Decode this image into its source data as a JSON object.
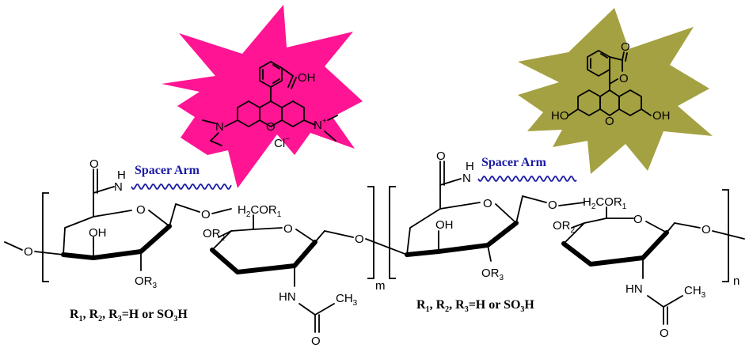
{
  "colors": {
    "rhodamine_burst": "#ff1493",
    "fluorescein_burst": "#a3a141",
    "spacer_arm": "#1a1aa6",
    "bonds": "#000000"
  },
  "spacer_label": "Spacer Arm",
  "substituent_caption": {
    "r1": "R",
    "r1_sub": "1",
    "r2": "R",
    "r2_sub": "2",
    "r3": "R",
    "r3_sub": "3",
    "text": "=H or SO",
    "so3_sub": "3",
    "h": "H"
  },
  "repeat_indices": {
    "left": "m",
    "right": "n"
  },
  "atoms": {
    "oxygen": "O",
    "amide_nh": "N",
    "h": "H",
    "hydroxyl": "OH",
    "ho": "HO",
    "or2": "OR",
    "or2_sub": "2",
    "or3": "OR",
    "or3_sub": "3",
    "ch2cor1": "H",
    "ch2cor1_sub": "2",
    "ch2cor1_mid": "COR",
    "ch2cor1_sub2": "1",
    "hn": "HN",
    "ch3": "CH",
    "ch3_sub": "3",
    "n_plus": "N",
    "plus": "+",
    "chloride": "Cl",
    "minus": "−"
  }
}
